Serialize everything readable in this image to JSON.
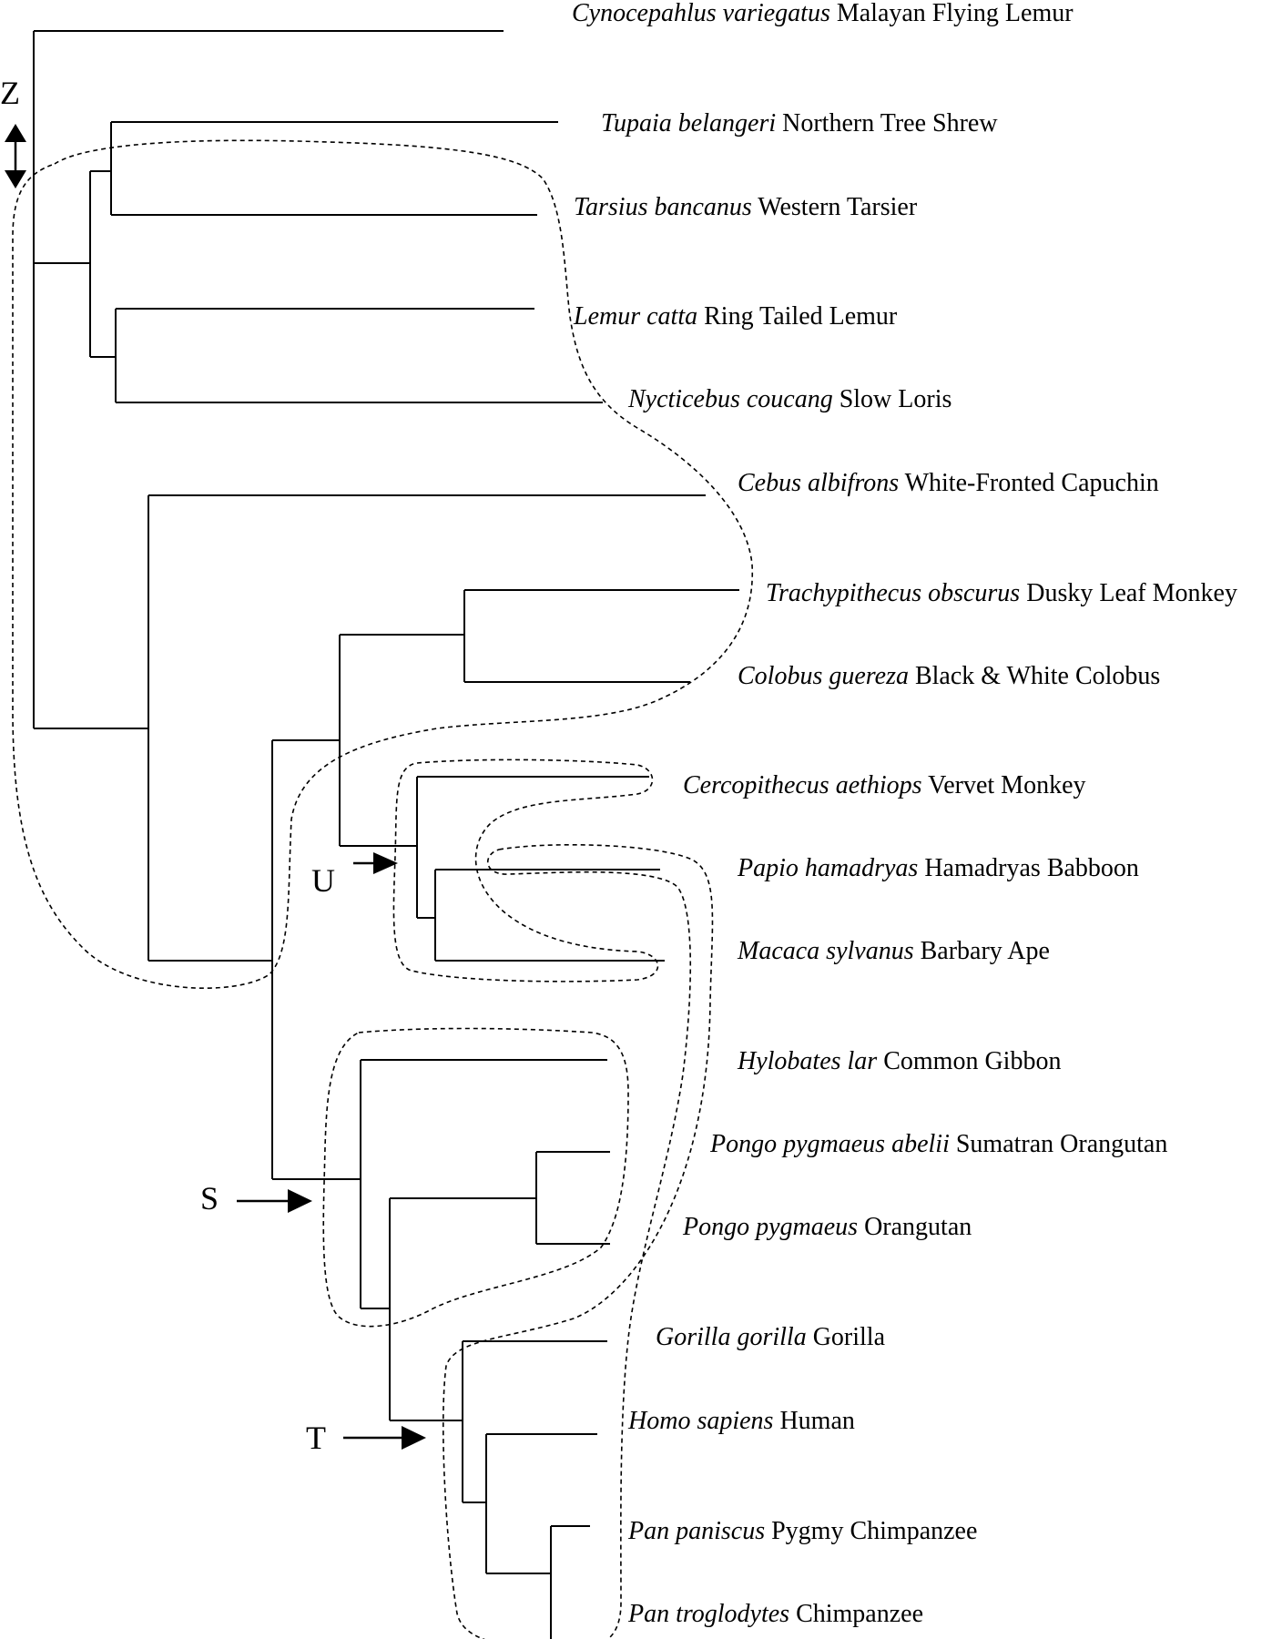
{
  "taxa": [
    {
      "scientific": "Cynocepahlus variegatus",
      "common": "Malayan Flying Lemur"
    },
    {
      "scientific": "Tupaia belangeri",
      "common": "Northern Tree Shrew"
    },
    {
      "scientific": "Tarsius bancanus",
      "common": "Western Tarsier"
    },
    {
      "scientific": "Lemur catta",
      "common": "Ring Tailed Lemur"
    },
    {
      "scientific": "Nycticebus coucang",
      "common": "Slow Loris"
    },
    {
      "scientific": "Cebus albifrons",
      "common": "White-Fronted Capuchin"
    },
    {
      "scientific": "Trachypithecus obscurus",
      "common": "Dusky Leaf Monkey"
    },
    {
      "scientific": "Colobus guereza",
      "common": "Black & White Colobus"
    },
    {
      "scientific": "Cercopithecus aethiops",
      "common": "Vervet Monkey"
    },
    {
      "scientific": "Papio hamadryas",
      "common": "Hamadryas Babboon"
    },
    {
      "scientific": "Macaca sylvanus",
      "common": "Barbary Ape"
    },
    {
      "scientific": "Hylobates lar",
      "common": "Common Gibbon"
    },
    {
      "scientific": "Pongo pygmaeus abelii",
      "common": "Sumatran Orangutan"
    },
    {
      "scientific": "Pongo pygmaeus",
      "common": "Orangutan"
    },
    {
      "scientific": "Gorilla gorilla",
      "common": "Gorilla"
    },
    {
      "scientific": "Homo sapiens",
      "common": "Human"
    },
    {
      "scientific": "Pan paniscus",
      "common": "Pygmy Chimpanzee"
    },
    {
      "scientific": "Pan troglodytes",
      "common": "Chimpanzee"
    }
  ],
  "node_markers": {
    "z": "Z",
    "u": "U",
    "s": "S",
    "t": "T"
  },
  "colors": {
    "ink": "#000000",
    "background": "#ffffff"
  }
}
